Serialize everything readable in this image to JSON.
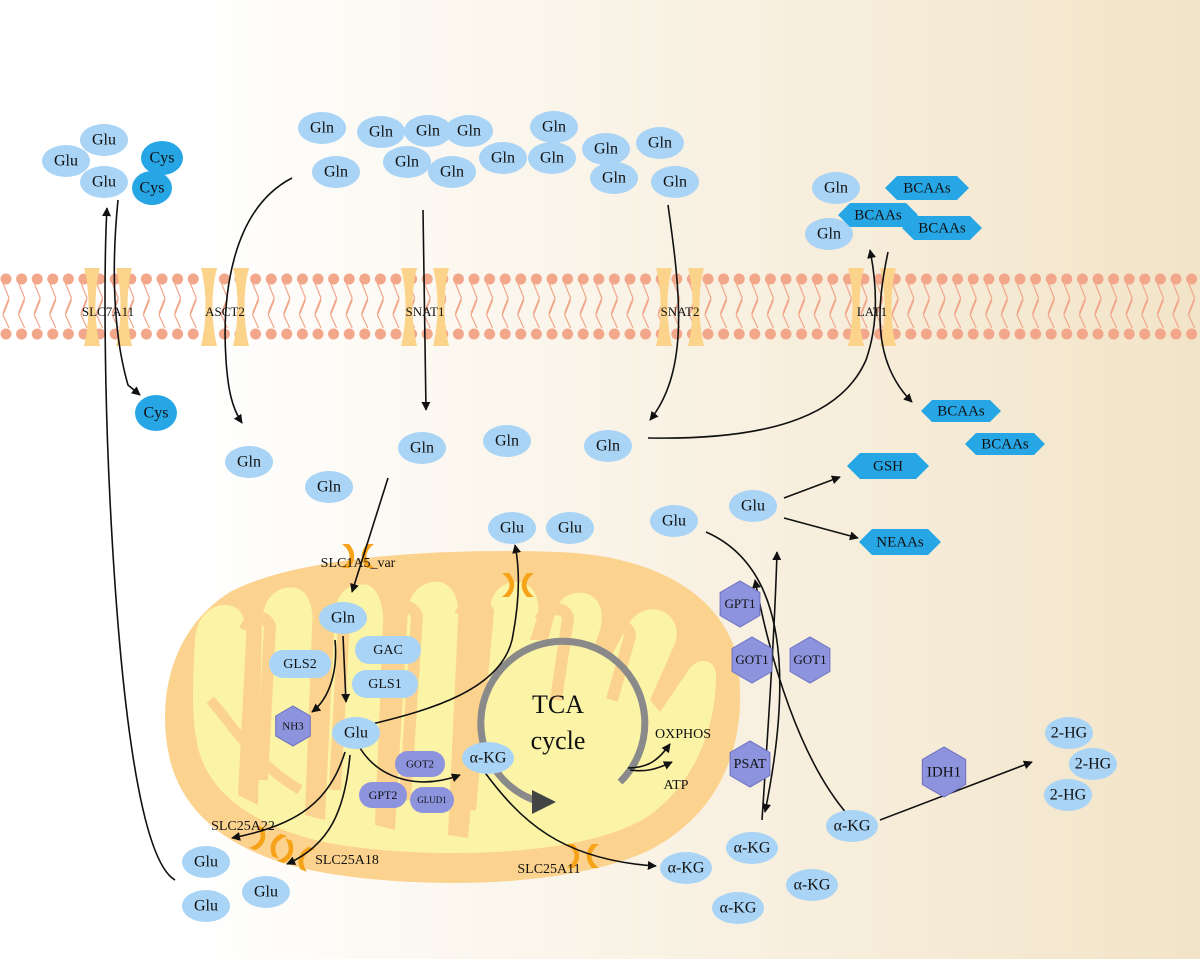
{
  "colors": {
    "background_left": "#ffffff",
    "background_right": "#f2e4c8",
    "molecule_light": "#a9d4f5",
    "molecule_dark": "#27a6e6",
    "enzyme_purple": "#8e93de",
    "enzyme_purple_stroke": "#6b70c0",
    "membrane_head": "#f2a68a",
    "transporter": "#fbd38a",
    "mito_outer": "#fcd38e",
    "mito_inner": "#fbf4a6",
    "mito_port": "#f7a31a"
  },
  "labels": {
    "gln": "Gln",
    "glu": "Glu",
    "cys": "Cys",
    "bcaas": "BCAAs",
    "akg": "α-KG",
    "hg2": "2-HG",
    "gsh": "GSH",
    "neaas": "NEAAs",
    "tca_line1": "TCA",
    "tca_line2": "cycle",
    "oxphos": "OXPHOS",
    "atp": "ATP",
    "slc7a11": "SLC7A11",
    "asct2": "ASCT2",
    "snat1": "SNAT1",
    "snat2": "SNAT2",
    "lat1": "LAT1",
    "slc1a5_var": "SLC1A5_var",
    "slc25a22": "SLC25A22",
    "slc25a18": "SLC25A18",
    "slc25a11": "SLC25A11",
    "gls2": "GLS2",
    "gac": "GAC",
    "gls1": "GLS1",
    "nh3": "NH3",
    "got2": "GOT2",
    "gpt2": "GPT2",
    "glud1": "GLUD1",
    "gpt1": "GPT1",
    "got1": "GOT1",
    "psat": "PSAT",
    "idh1": "IDH1"
  }
}
